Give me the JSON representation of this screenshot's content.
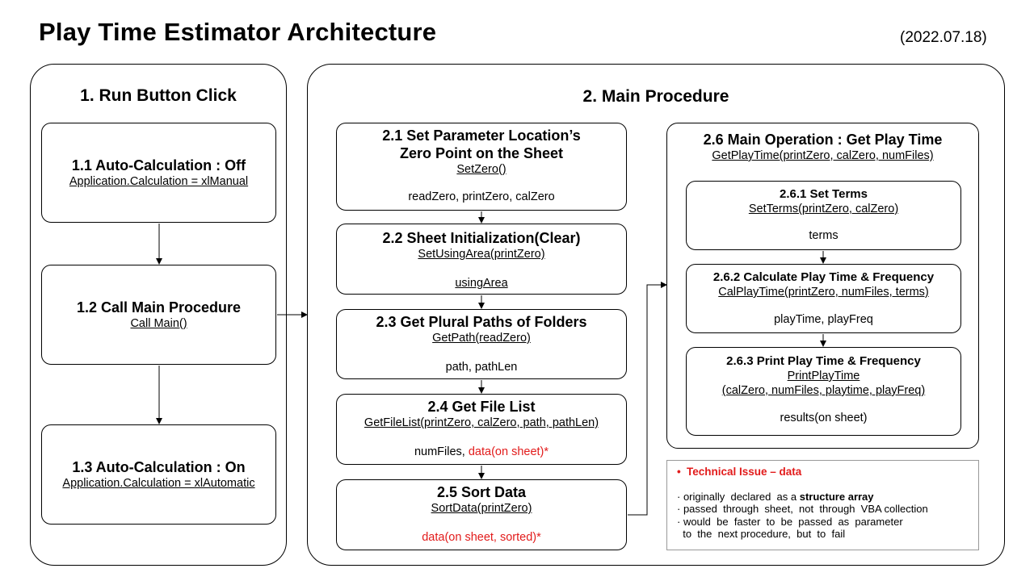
{
  "title": "Play Time Estimator Architecture",
  "date": "(2022.07.18)",
  "panel1": {
    "title": "1. Run Button Click",
    "boxes": [
      {
        "heading": "1.1 Auto-Calculation : Off",
        "func": "Application.Calculation = xlManual"
      },
      {
        "heading": "1.2 Call Main Procedure",
        "func": "Call Main()"
      },
      {
        "heading": "1.3 Auto-Calculation : On",
        "func": "Application.Calculation = xlAutomatic"
      }
    ]
  },
  "panel2": {
    "title": "2. Main Procedure",
    "boxes": [
      {
        "heading1": "2.1 Set Parameter Location’s",
        "heading2": "Zero Point on the Sheet",
        "func": "SetZero()",
        "out": "readZero, printZero, calZero"
      },
      {
        "heading": "2.2 Sheet Initialization(Clear)",
        "func": "SetUsingArea(printZero)",
        "out": "usingArea"
      },
      {
        "heading": "2.3 Get Plural Paths of Folders",
        "func": "GetPath(readZero)",
        "out": "path, pathLen"
      },
      {
        "heading": "2.4 Get File List",
        "func": "GetFileList(printZero, calZero, path, pathLen)",
        "out": "numFiles, ",
        "out_red": "data(on sheet)*"
      },
      {
        "heading": "2.5 Sort Data",
        "func": "SortData(printZero)",
        "out_red": "data(on sheet, sorted)*"
      }
    ],
    "main_op": {
      "heading": "2.6 Main Operation : Get Play Time",
      "func": "GetPlayTime(printZero, calZero, numFiles)",
      "subs": [
        {
          "heading": "2.6.1 Set Terms",
          "func": "SetTerms(printZero, calZero)",
          "out": "terms"
        },
        {
          "heading": "2.6.2 Calculate Play Time & Frequency",
          "func": "CalPlayTime(printZero, numFiles, terms)",
          "out": "playTime, playFreq"
        },
        {
          "heading": "2.6.3 Print Play Time & Frequency",
          "func1": "PrintPlayTime",
          "func2": "(calZero, numFiles, playtime, playFreq)",
          "out": "results(on sheet)"
        }
      ]
    }
  },
  "note": {
    "bullet": "•",
    "heading": "Technical Issue – data",
    "line1_prefix": "· originally  declared  as a ",
    "line1_bold": "structure array",
    "line2": "· passed  through  sheet,  not  through  VBA collection",
    "line3": "· would  be  faster  to  be  passed  as  parameter",
    "line4": "  to  the  next procedure,  but  to  fail"
  }
}
